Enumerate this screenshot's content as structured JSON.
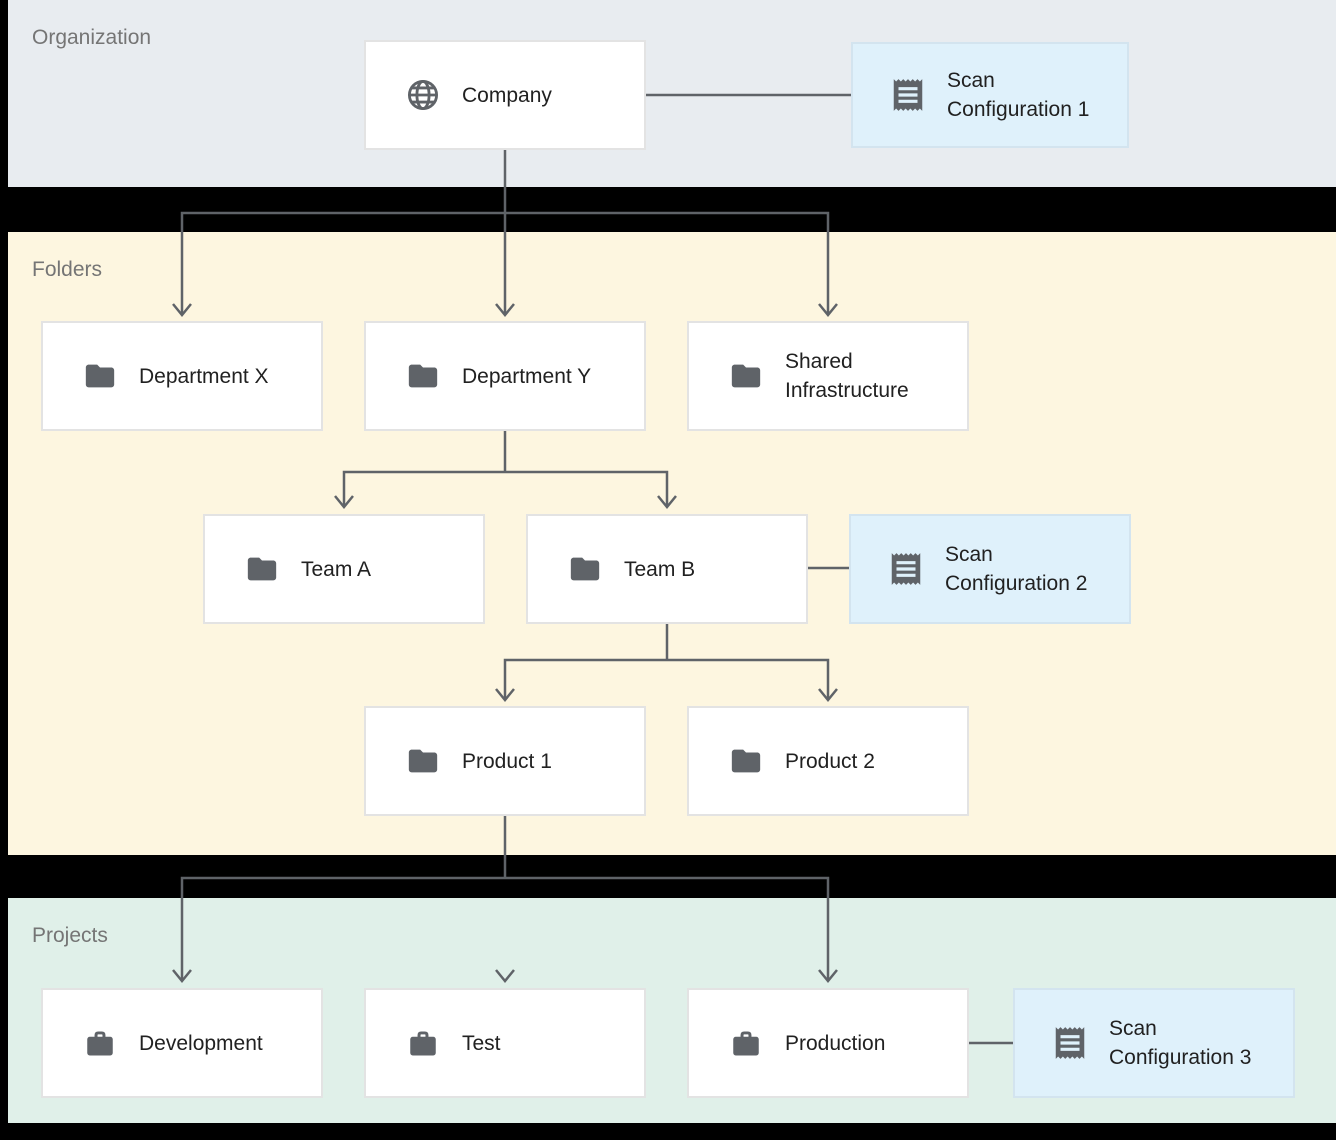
{
  "bands": {
    "organization": {
      "label": "Organization"
    },
    "folders": {
      "label": "Folders"
    },
    "projects": {
      "label": "Projects"
    }
  },
  "nodes": {
    "company": {
      "label": "Company",
      "icon": "globe-icon"
    },
    "scan_config_1": {
      "label": "Scan Configuration 1",
      "icon": "receipt-icon"
    },
    "department_x": {
      "label": "Department X",
      "icon": "folder-icon"
    },
    "department_y": {
      "label": "Department Y",
      "icon": "folder-icon"
    },
    "shared_infrastructure": {
      "label": "Shared Infrastructure",
      "icon": "folder-icon"
    },
    "team_a": {
      "label": "Team A",
      "icon": "folder-icon"
    },
    "team_b": {
      "label": "Team B",
      "icon": "folder-icon"
    },
    "scan_config_2": {
      "label": "Scan Configuration 2",
      "icon": "receipt-icon"
    },
    "product_1": {
      "label": "Product 1",
      "icon": "folder-icon"
    },
    "product_2": {
      "label": "Product 2",
      "icon": "folder-icon"
    },
    "development": {
      "label": "Development",
      "icon": "briefcase-icon"
    },
    "test": {
      "label": "Test",
      "icon": "briefcase-icon"
    },
    "production": {
      "label": "Production",
      "icon": "briefcase-icon"
    },
    "scan_config_3": {
      "label": "Scan Configuration 3",
      "icon": "receipt-icon"
    }
  },
  "colors": {
    "organization_band": "#e8ecf0",
    "folders_band": "#fdf6e0",
    "projects_band": "#e0f0e9",
    "scan_config_fill": "#dff1fb",
    "scan_config_border": "#d3e4ef",
    "node_fill": "#ffffff",
    "node_border": "#e3e3e3",
    "connector": "#5f6368",
    "icon": "#5f6368",
    "node_text": "#212121",
    "band_label_text": "#757575",
    "page_bg": "#000000"
  }
}
